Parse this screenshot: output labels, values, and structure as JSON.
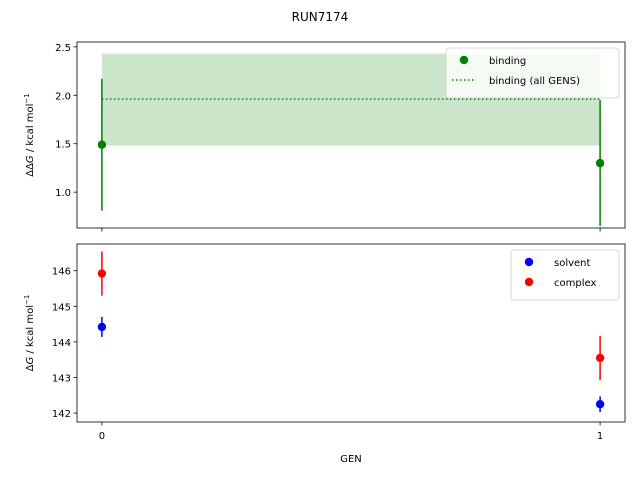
{
  "chart_data": {
    "title": "RUN7174",
    "xlabel": "GEN",
    "type": "scatter",
    "panels": [
      {
        "id": "top",
        "ylabel_main": "ΔΔ",
        "ylabel_italic": "G",
        "ylabel_unit": " / kcal mol",
        "ylabel_sup": "−1",
        "ylim": [
          0.63,
          2.55
        ],
        "yticks": [
          1.0,
          1.5,
          2.0,
          2.5
        ],
        "ytick_labels": [
          "1.0",
          "1.5",
          "2.0",
          "2.5"
        ],
        "series": [
          {
            "name": "binding",
            "color": "#008000",
            "marker": "circle",
            "x": [
              0,
              1
            ],
            "y": [
              1.49,
              1.3
            ],
            "yerr": [
              0.68,
              0.65
            ]
          }
        ],
        "band": {
          "name": "binding (all GENS)",
          "color": "#008000",
          "line_style": "dotted",
          "x_range": [
            0,
            1
          ],
          "y": 1.96,
          "lower": 1.48,
          "upper": 2.43
        },
        "legend": {
          "placement": "top-right",
          "entries": [
            {
              "label": "binding",
              "kind": "marker",
              "color": "#008000"
            },
            {
              "label": "binding (all GENS)",
              "kind": "dotted-line",
              "color": "#008000"
            }
          ]
        },
        "show_xtick_labels": false
      },
      {
        "id": "bottom",
        "ylabel_main": "Δ",
        "ylabel_italic": "G",
        "ylabel_unit": " / kcal mol",
        "ylabel_sup": "−1",
        "ylim": [
          141.75,
          146.75
        ],
        "yticks": [
          142,
          143,
          144,
          145,
          146
        ],
        "ytick_labels": [
          "142",
          "143",
          "144",
          "145",
          "146"
        ],
        "series": [
          {
            "name": "solvent",
            "color": "#0000ff",
            "marker": "circle",
            "x": [
              0,
              1
            ],
            "y": [
              144.42,
              142.25
            ],
            "yerr": [
              0.28,
              0.22
            ]
          },
          {
            "name": "complex",
            "color": "#ff0000",
            "marker": "circle",
            "x": [
              0,
              1
            ],
            "y": [
              145.92,
              143.55
            ],
            "yerr": [
              0.62,
              0.62
            ]
          }
        ],
        "legend": {
          "placement": "top-right",
          "entries": [
            {
              "label": "solvent",
              "kind": "marker",
              "color": "#0000ff"
            },
            {
              "label": "complex",
              "kind": "marker",
              "color": "#ff0000"
            }
          ]
        },
        "show_xtick_labels": true
      }
    ],
    "xlim": [
      -0.05,
      1.05
    ],
    "xticks": [
      0,
      1
    ],
    "xtick_labels": [
      "0",
      "1"
    ]
  }
}
